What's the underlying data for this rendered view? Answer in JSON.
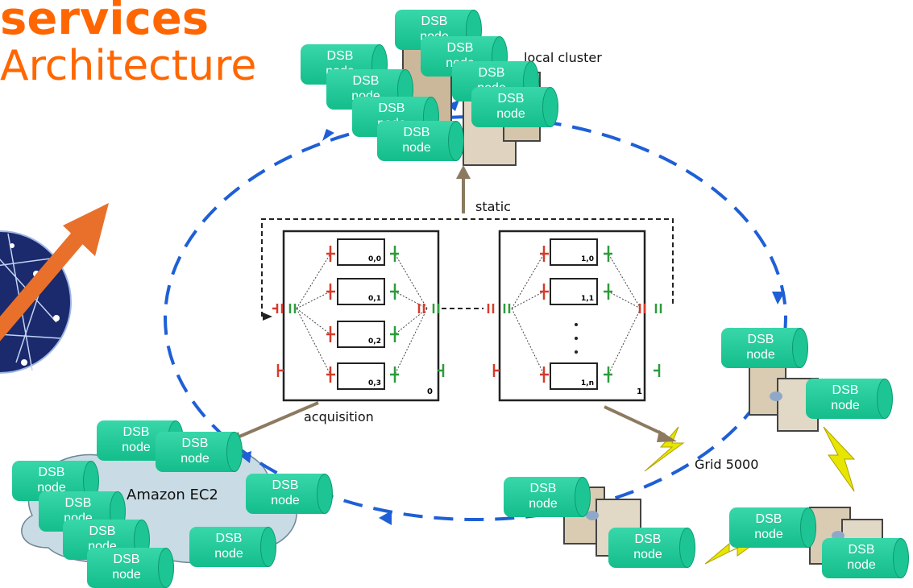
{
  "title": {
    "line1": "services",
    "line2": "Architecture"
  },
  "clusters": {
    "local": "local cluster",
    "amazon": "Amazon EC2",
    "grid": "Grid 5000"
  },
  "arrows": {
    "static": "static",
    "acquisition": "acquisition"
  },
  "node": {
    "line1": "DSB",
    "line2": "node"
  },
  "workflow": {
    "box0": {
      "label": "0",
      "cells": [
        "0,0",
        "0,1",
        "0,2",
        "0,3"
      ]
    },
    "box1": {
      "label": "1",
      "cells": [
        "1,0",
        "1,1",
        "1,n"
      ]
    }
  },
  "colors": {
    "title": "#ff6600",
    "node": "#1dc594",
    "ring": "#1e5fd6",
    "lightning": "#e6e600",
    "cloud": "#c9dce6"
  }
}
